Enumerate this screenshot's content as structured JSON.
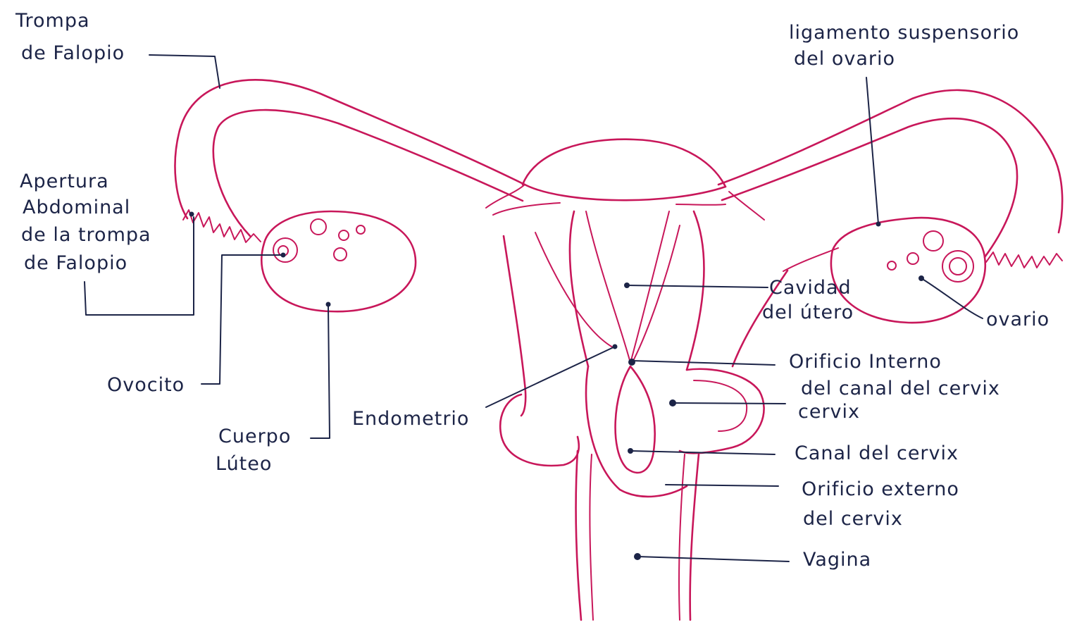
{
  "colors": {
    "organ_stroke": "#c8175a",
    "leader_ink": "#1c2447",
    "background": "#ffffff"
  },
  "labels": {
    "trompa": [
      "Trompa",
      "de Falopio"
    ],
    "apertura": [
      "Apertura",
      "Abdominal",
      "de la trompa",
      "de Falopio"
    ],
    "ovocito": [
      "Ovocito"
    ],
    "cuerpo_luteo": [
      "Cuerpo",
      "Lúteo"
    ],
    "endometrio": [
      "Endometrio"
    ],
    "ligamento": [
      "ligamento suspensorio",
      "del ovario"
    ],
    "cavidad": [
      "Cavidad",
      "del útero"
    ],
    "ovario": [
      "ovario"
    ],
    "orificio_interno": [
      "Orificio Interno",
      "del canal del cervix"
    ],
    "cervix": [
      "cervix"
    ],
    "canal_cervix": [
      "Canal del cervix"
    ],
    "orificio_externo": [
      "Orificio externo",
      "del cervix"
    ],
    "vagina": [
      "Vagina"
    ]
  }
}
